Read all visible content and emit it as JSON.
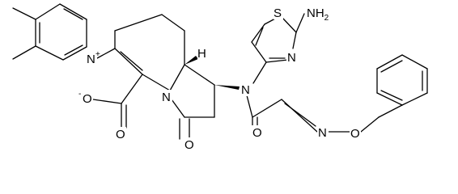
{
  "atoms": {
    "n_pyridinium": "N",
    "n_pyridinium_charge": "+",
    "s_thiazole": "S",
    "n_thiazole": "N",
    "amino": "NH",
    "amino_sub": "2",
    "n_bicyclic": "N",
    "n_amide": "N",
    "h_stereo": "H",
    "o_carboxylate": "O",
    "o_carboxylate_charge": "-",
    "o_carboxyl_double": "O",
    "o_betalactam": "O",
    "o_amide": "O",
    "n_oxime": "N",
    "o_oxime": "O"
  }
}
